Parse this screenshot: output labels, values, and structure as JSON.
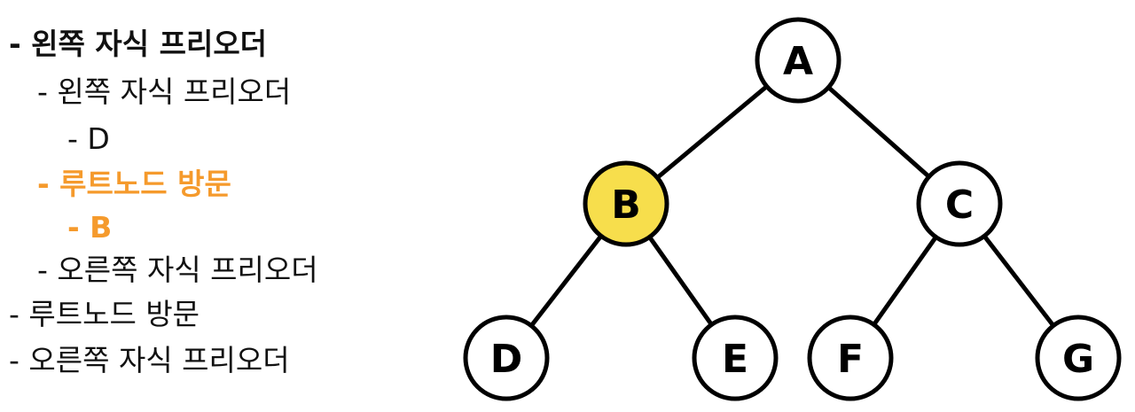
{
  "steps": [
    {
      "text": "- 왼쪽 자식 프리오더",
      "style": "bold"
    },
    {
      "text": "- 왼쪽 자식 프리오더",
      "style": "normal"
    },
    {
      "text": "- D",
      "style": "normal"
    },
    {
      "text": "- 루트노드 방문",
      "style": "highlight"
    },
    {
      "text": "- B",
      "style": "highlight"
    },
    {
      "text": "- 오른쪽 자식 프리오더",
      "style": "normal"
    },
    {
      "text": "- 루트노드 방문",
      "style": "normal"
    },
    {
      "text": "- 오른쪽 자식 프리오더",
      "style": "normal"
    }
  ],
  "tree": {
    "nodes": [
      {
        "id": "A",
        "label": "A",
        "active": false
      },
      {
        "id": "B",
        "label": "B",
        "active": true
      },
      {
        "id": "C",
        "label": "C",
        "active": false
      },
      {
        "id": "D",
        "label": "D",
        "active": false
      },
      {
        "id": "E",
        "label": "E",
        "active": false
      },
      {
        "id": "F",
        "label": "F",
        "active": false
      },
      {
        "id": "G",
        "label": "G",
        "active": false
      }
    ],
    "edges": [
      [
        "A",
        "B"
      ],
      [
        "A",
        "C"
      ],
      [
        "B",
        "D"
      ],
      [
        "B",
        "E"
      ],
      [
        "C",
        "F"
      ],
      [
        "C",
        "G"
      ]
    ]
  },
  "colors": {
    "highlight_text": "#F59A2C",
    "active_node": "#F7DE4C",
    "line": "#000000"
  }
}
